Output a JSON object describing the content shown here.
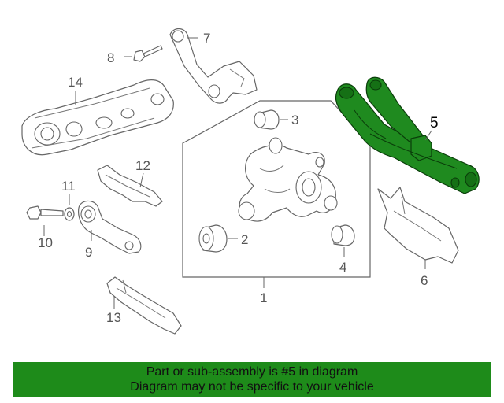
{
  "diagram": {
    "callouts": [
      "1",
      "2",
      "3",
      "4",
      "5",
      "6",
      "7",
      "8",
      "9",
      "10",
      "11",
      "12",
      "13",
      "14"
    ],
    "highlighted_part": "5",
    "highlight_color": "#1e8b1a",
    "line_color": "#666666"
  },
  "banner": {
    "line1": "Part or sub-assembly is #5 in diagram",
    "line2": "Diagram may not be specific to your vehicle",
    "background": "#1e8b1a"
  }
}
